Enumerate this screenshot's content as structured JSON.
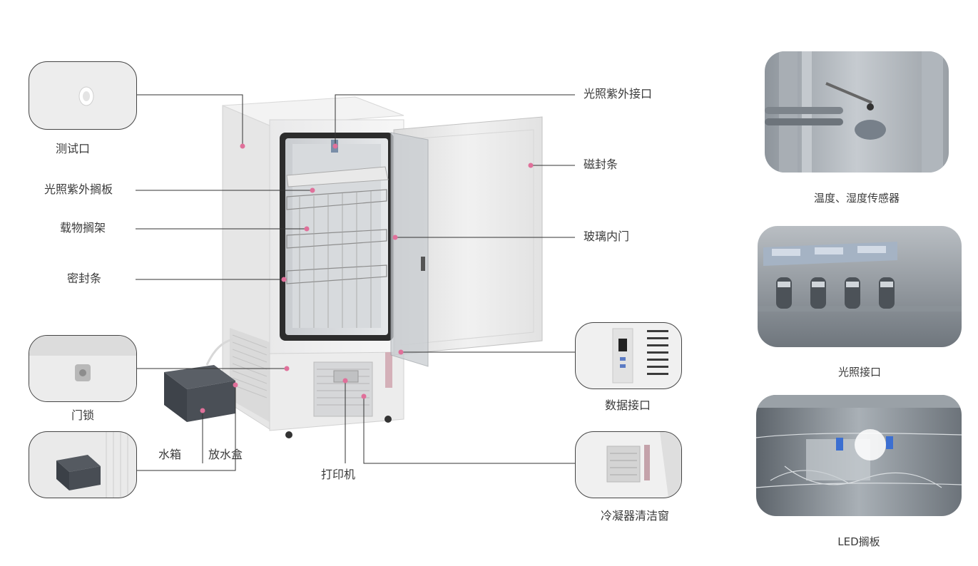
{
  "callouts": {
    "test_port": "测试口",
    "uv_shelf": "光照紫外搁板",
    "rack": "载物搁架",
    "seal_strip": "密封条",
    "door_lock": "门锁",
    "water_tank": "水箱",
    "drain_box": "放水盒",
    "printer": "打印机",
    "uv_port": "光照紫外接口",
    "magnetic_strip": "磁封条",
    "glass_inner_door": "玻璃内门",
    "data_port": "数据接口",
    "condenser_window": "冷凝器清洁窗"
  },
  "feature_photos": {
    "sensors": "温度、湿度传感器",
    "light_port": "光照接口",
    "led_shelf": "LED搁板"
  },
  "colors": {
    "line": "#333333",
    "dot": "#e0709a"
  }
}
